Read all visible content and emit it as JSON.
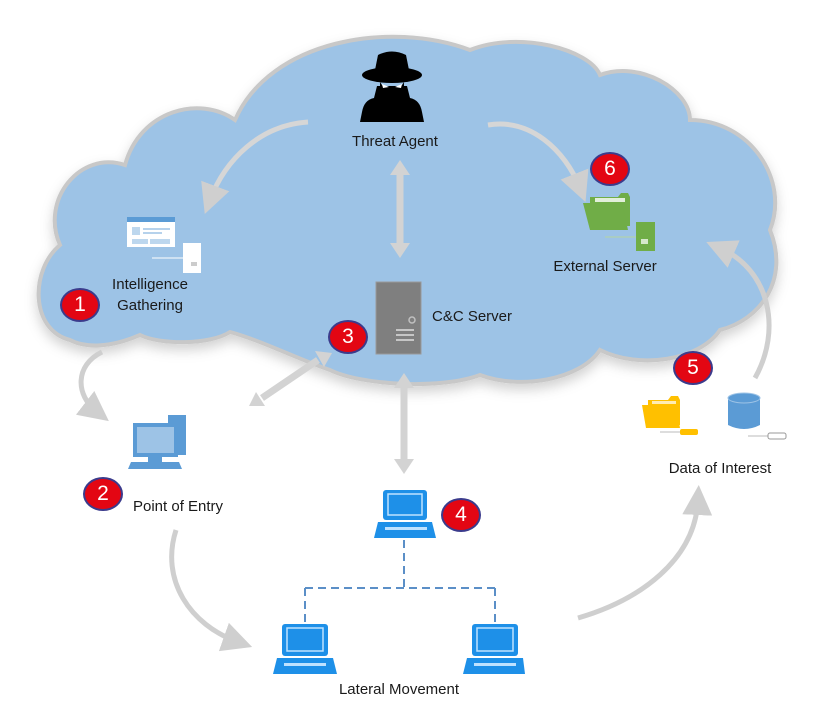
{
  "title": "Targeted attack lifecycle",
  "colors": {
    "cloud_fill": "#9dc3e6",
    "cloud_stroke": "#c8c8c8",
    "arrow": "#cfcfcf",
    "badge_fill": "#e30613",
    "badge_border": "#3b3b8c",
    "laptop_blue": "#1e90e8",
    "folder_green": "#70ad47",
    "folder_yellow": "#ffc000",
    "database_blue": "#5b9bd5",
    "server_gray": "#7f7f7f"
  },
  "nodes": {
    "threat_agent": {
      "label": "Threat Agent",
      "icon": "spy-icon"
    },
    "intelligence": {
      "label_line1": "Intelligence",
      "label_line2": "Gathering",
      "step": "1",
      "icon": "web-page-server-icon"
    },
    "point_of_entry": {
      "label": "Point of Entry",
      "step": "2",
      "icon": "desktop-computer-icon"
    },
    "cnc_server": {
      "label": "C&C Server",
      "step": "3",
      "icon": "server-tower-icon"
    },
    "lateral_root": {
      "step": "4",
      "icon": "laptop-icon"
    },
    "lateral": {
      "label": "Lateral Movement",
      "icon": "laptop-icon"
    },
    "data_of_interest": {
      "label": "Data of Interest",
      "step": "5",
      "icon": "folder-database-icon"
    },
    "external_server": {
      "label": "External Server",
      "step": "6",
      "icon": "green-folder-server-icon"
    }
  }
}
